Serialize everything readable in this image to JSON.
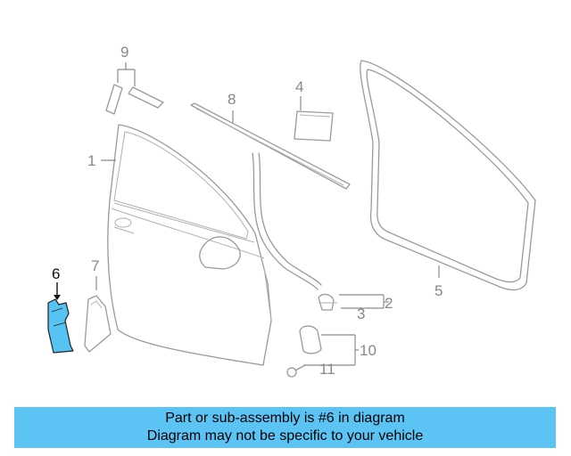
{
  "callouts": {
    "c1": "1",
    "c2": "2",
    "c3": "3",
    "c4": "4",
    "c5": "5",
    "c6": "6",
    "c7": "7",
    "c8": "8",
    "c9": "9",
    "c10": "10",
    "c11": "11"
  },
  "highlight_part": "6",
  "colors": {
    "banner": "#5bc4f5",
    "highlight": "#56c3f2",
    "part_outline": "#9a9a9a"
  },
  "banner": {
    "line1": "Part or sub-assembly is #6 in diagram",
    "line2": "Diagram may not be specific to your vehicle"
  }
}
